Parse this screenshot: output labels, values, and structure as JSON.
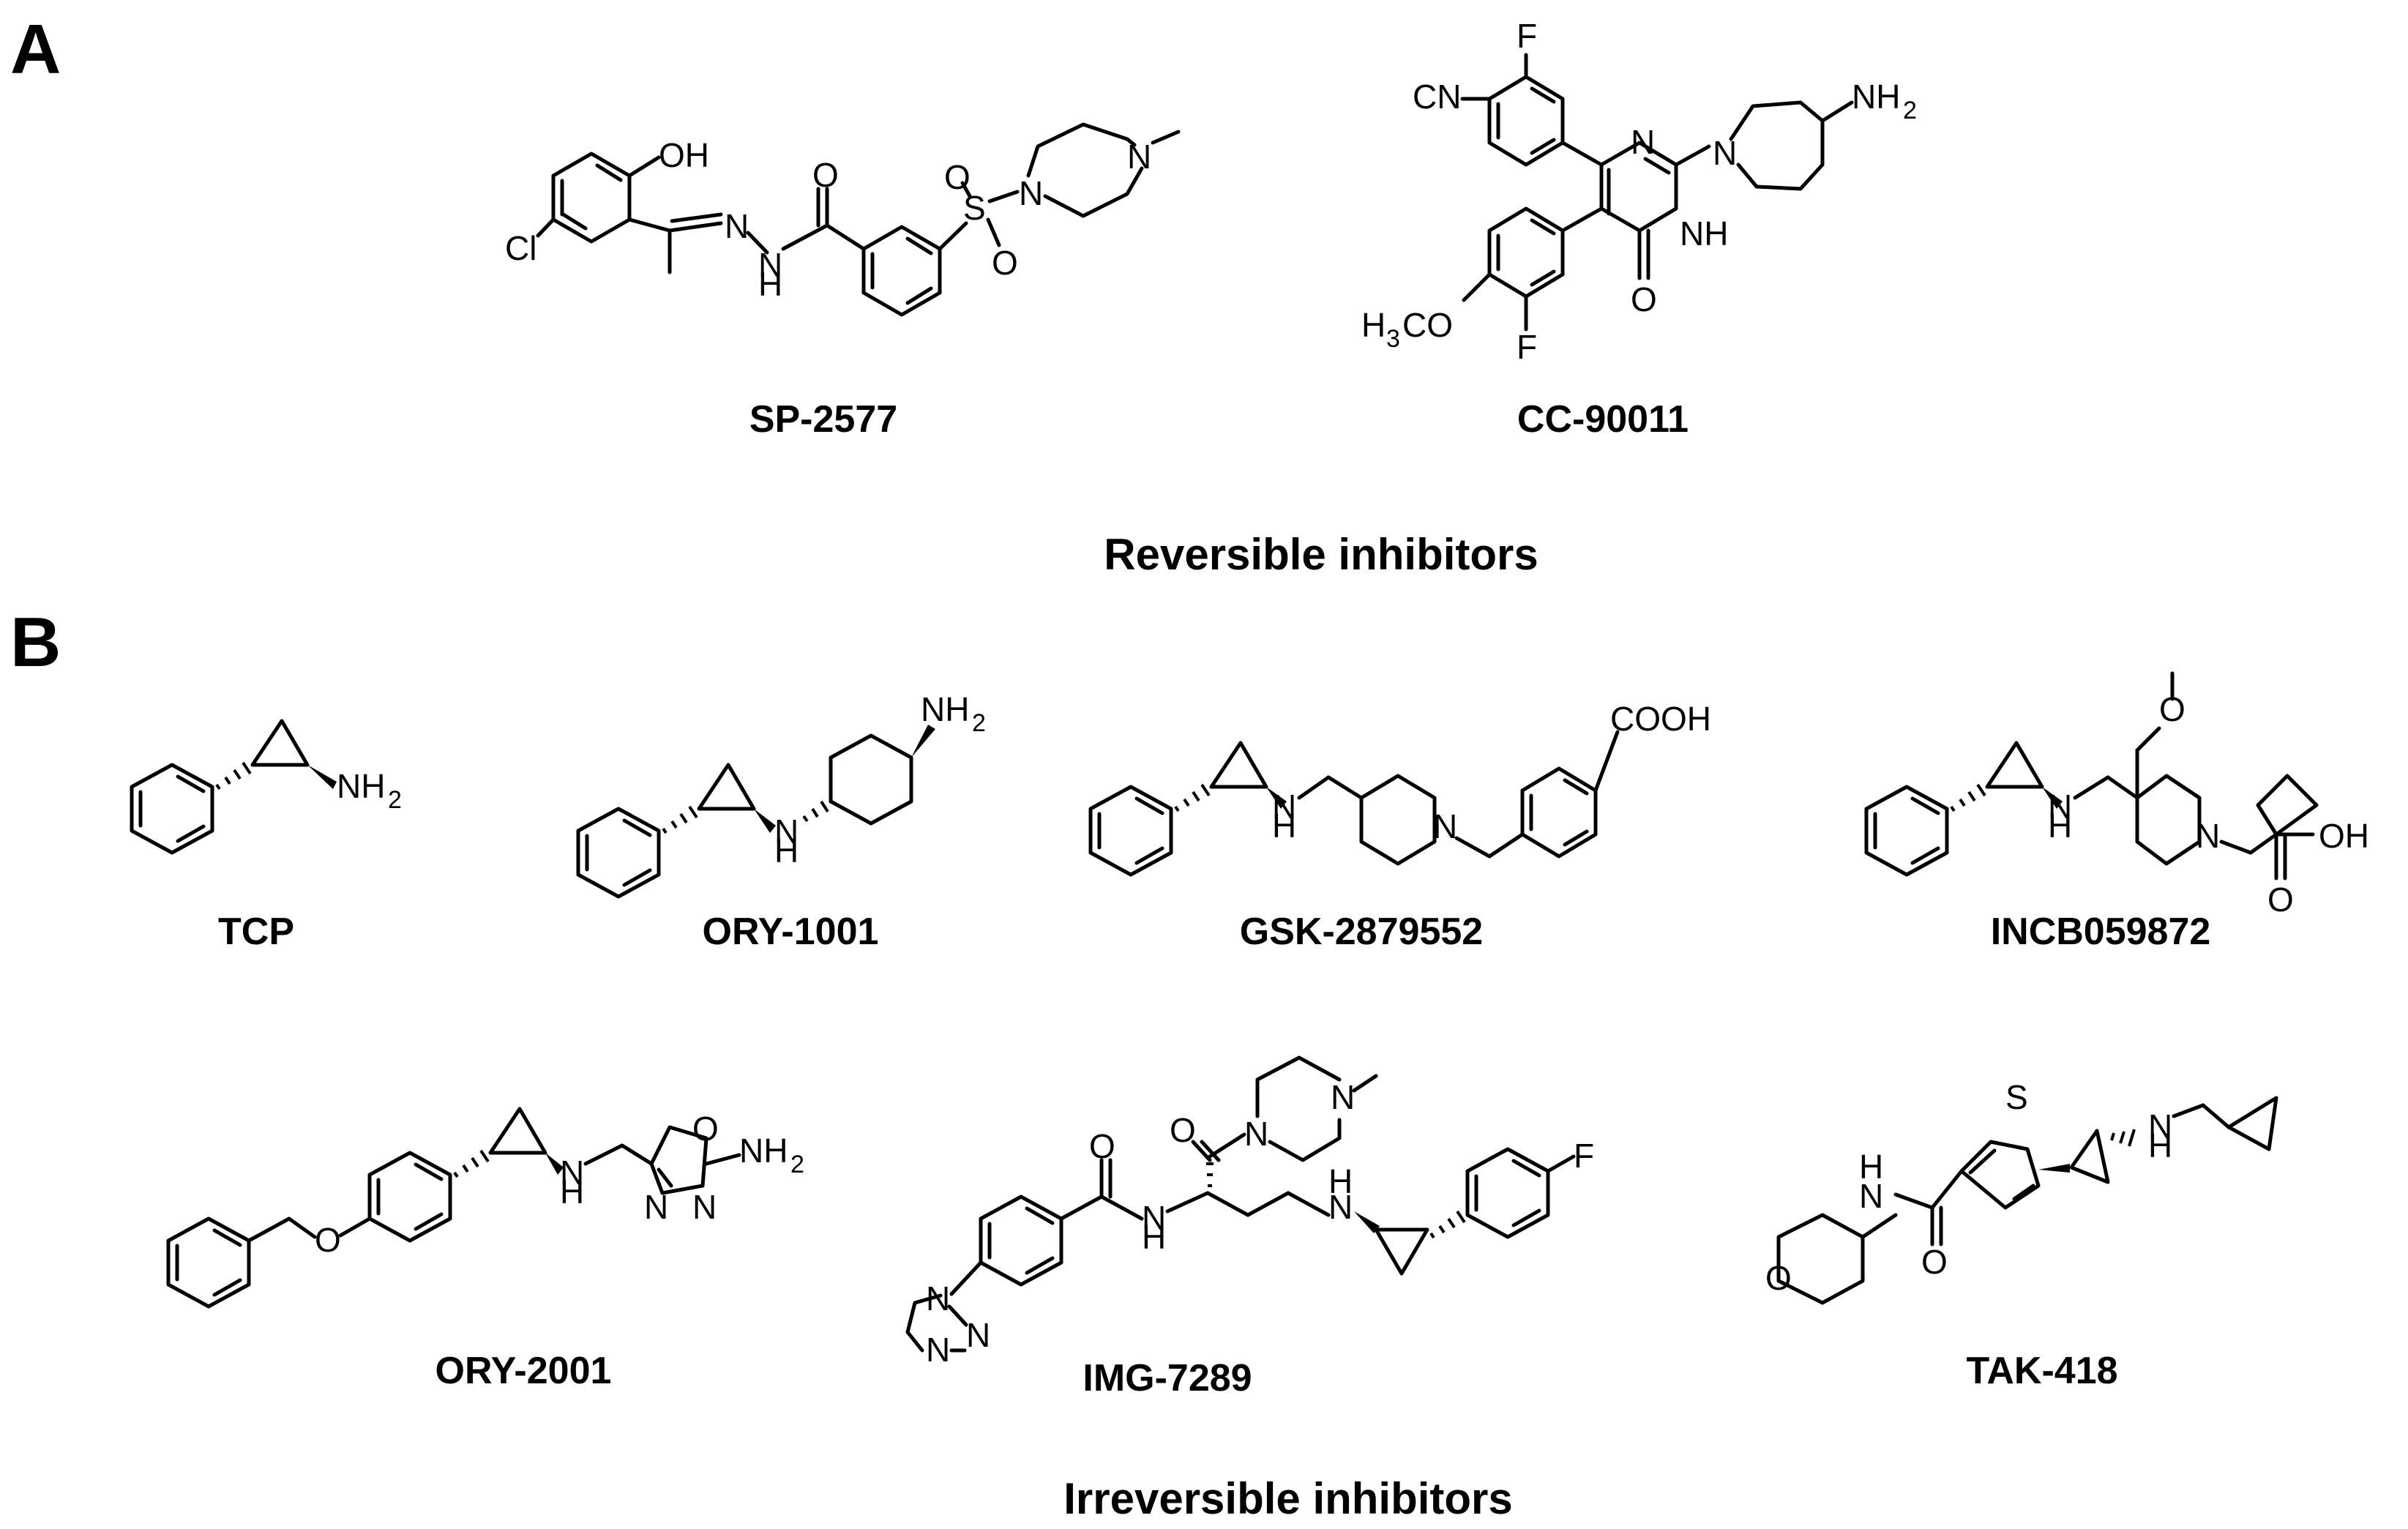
{
  "panels": [
    {
      "label": "A",
      "section_title": "Reversible inhibitors",
      "compounds": [
        "SP-2577",
        "CC-90011"
      ]
    },
    {
      "label": "B",
      "section_title": "Irreversible inhibitors",
      "compounds": [
        "TCP",
        "ORY-1001",
        "GSK-2879552",
        "INCB059872",
        "ORY-2001",
        "IMG-7289",
        "TAK-418"
      ]
    }
  ],
  "atoms": {
    "oh": "OH",
    "cl": "Cl",
    "n": "N",
    "nh": "NH",
    "h": "H",
    "o": "O",
    "s": "S",
    "f": "F",
    "cn": "CN",
    "nh2": "NH",
    "sub2": "2",
    "cooh": "COOH",
    "h3co_h": "H",
    "h3co_3": "3",
    "h3co_co": "CO"
  }
}
